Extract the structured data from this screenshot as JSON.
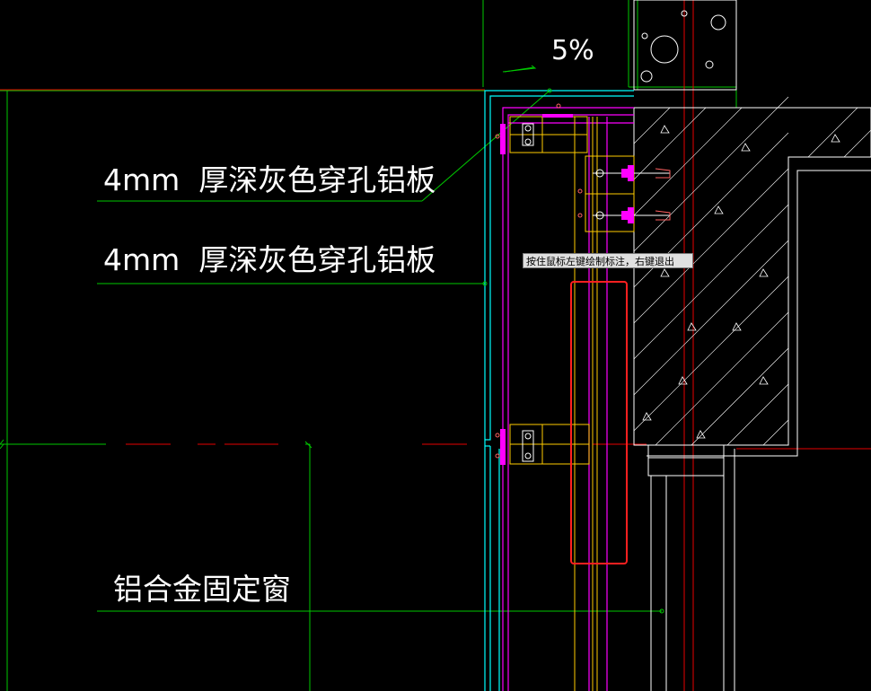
{
  "drawing": {
    "slope_label": "5%",
    "labels": [
      {
        "text": "4mm  厚深灰色穿孔铝板"
      },
      {
        "text": "4mm  厚深灰色穿孔铝板"
      },
      {
        "text": "铝合金固定窗"
      }
    ]
  },
  "tooltip": {
    "text": "按住鼠标左键绘制标注，右键退出"
  },
  "colors": {
    "background": "#000000",
    "green": "#00c800",
    "cyan": "#00ffff",
    "magenta": "#ff00ff",
    "red": "#e60000",
    "white": "#ffffff",
    "yellow": "#ffcc00",
    "highlight_box": "#ff2020"
  }
}
